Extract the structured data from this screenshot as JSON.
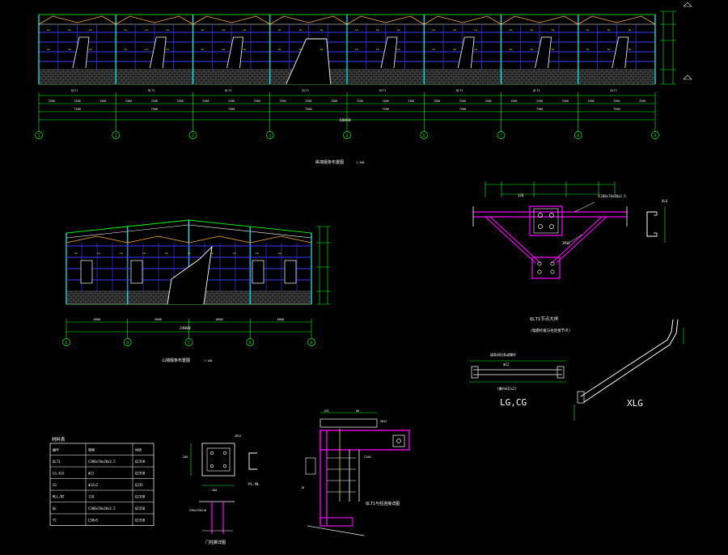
{
  "colors": {
    "background": "#000000",
    "green": "#00ff00",
    "white": "#ffffff",
    "yellow": "#ffff00",
    "blue": "#3a3aff",
    "cyan": "#00ffff",
    "magenta": "#ff00ff",
    "brick": "#8c8c8c",
    "orange": "#ffaa33"
  },
  "upper_elevation": {
    "title": "纵墙檩条布置图",
    "scale": "1:100",
    "axis_labels": [
      "1",
      "2",
      "3",
      "4",
      "5",
      "6",
      "7",
      "8",
      "9"
    ],
    "total_dimension": "60000",
    "bay_dimensions": [
      "7500",
      "7500",
      "7500",
      "7500",
      "7500",
      "7500",
      "7500",
      "7500"
    ],
    "sub_dimensions": [
      "2500",
      "2500",
      "2500",
      "2500",
      "2500",
      "2500",
      "2500",
      "2500",
      "2500",
      "2500",
      "2500",
      "2500",
      "2500",
      "2500",
      "2500",
      "2500",
      "2500",
      "2500",
      "2500",
      "2500",
      "2500",
      "2500",
      "2500",
      "2500"
    ],
    "member_tags": [
      "QLT1",
      "QLT1",
      "QLT1",
      "QLT1",
      "QLT1",
      "QLT1",
      "QLT1",
      "QLT1"
    ]
  },
  "lower_elevation": {
    "title": "山墙檩条布置图",
    "scale": "1:100",
    "axis_labels": [
      "E",
      "D",
      "C",
      "B",
      "A"
    ],
    "total_dimension": "24000",
    "bay_dimensions": [
      "6000",
      "6000",
      "6000",
      "6000"
    ]
  },
  "detail_right": {
    "title": "QLT1节点大样",
    "subtitle": "(墙檩托板与柱连接节点)",
    "top_dimension": "120",
    "section_label": "C200x70x20x2.5",
    "bolt_note": "2M12",
    "side_label": "XLG"
  },
  "lg_cg": {
    "label": "LG,CG",
    "top_note": "檩条间拉条或撑杆",
    "value": "Φ12",
    "bottom_note": "(撑杆Φ32x2)"
  },
  "xlg": {
    "label": "XLG"
  },
  "material_table": {
    "title": "材料表",
    "headers": [
      "编号",
      "规格",
      "材质"
    ],
    "rows": [
      [
        "QLT1",
        "C200x70x20x2.5",
        "Q235B"
      ],
      [
        "LG,XLG",
        "Φ12",
        "Q235B"
      ],
      [
        "CG",
        "Φ32x2",
        "Q235"
      ],
      [
        "MLL,MZ",
        "[10",
        "Q235B"
      ],
      [
        "QL",
        "C200x70x20x2.5",
        "Q235B"
      ],
      [
        "YC",
        "L50x5",
        "Q235B"
      ]
    ]
  },
  "plate_detail": {
    "title": "门柱脚详图",
    "side_label": "PL.ML",
    "dims": [
      "200",
      "200",
      "4M12",
      "-250x250x10"
    ]
  },
  "beam_detail": {
    "title": "QLT1与柱连接详图",
    "dims": [
      "120",
      "60",
      "2M12",
      "C200",
      "10"
    ]
  }
}
